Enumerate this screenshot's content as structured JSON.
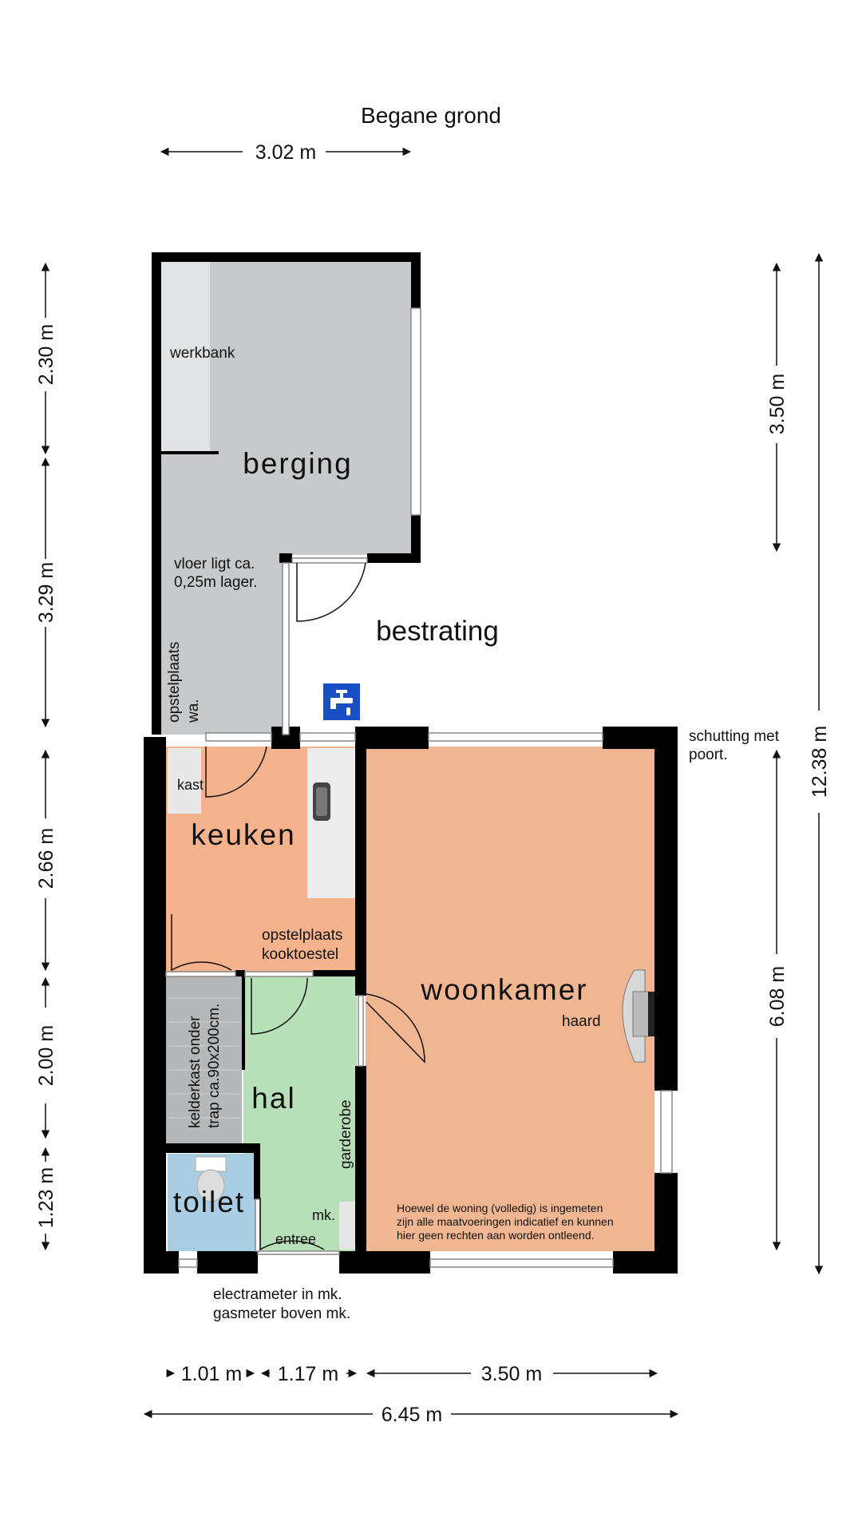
{
  "title": "Begane grond",
  "dimensions": {
    "top_width": "3.02 m",
    "left_1": "2.30 m",
    "left_2": "3.29 m",
    "left_3": "2.66 m",
    "left_4": "2.00 m",
    "left_5": "1.23 m",
    "right_1": "3.50 m",
    "right_2": "6.08 m",
    "right_total": "12.38 m",
    "bottom_1": "1.01 m",
    "bottom_2": "1.17 m",
    "bottom_3": "3.50 m",
    "bottom_total": "6.45 m"
  },
  "rooms": {
    "berging": "berging",
    "bestrating": "bestrating",
    "keuken": "keuken",
    "woonkamer": "woonkamer",
    "hal": "hal",
    "toilet": "toilet"
  },
  "labels": {
    "werkbank": "werkbank",
    "vloer_1": "vloer ligt ca.",
    "vloer_2": "0,25m lager.",
    "opstel_wa_1": "opstelplaats",
    "opstel_wa_2": "wa.",
    "schutting_1": "schutting met",
    "schutting_2": "poort.",
    "kast": "kast",
    "kook_1": "opstelplaats",
    "kook_2": "kooktoestel",
    "haard": "haard",
    "kelder_1": "kelderkast onder",
    "kelder_2": "trap ca.90x200cm.",
    "garderobe": "garderobe",
    "mk": "mk.",
    "entree": "entree",
    "meter_1": "electrameter in mk.",
    "meter_2": "gasmeter boven mk.",
    "disclaimer_1": "Hoewel de woning (volledig) is ingemeten",
    "disclaimer_2": "zijn alle maatvoeringen indicatief en kunnen",
    "disclaimer_3": "hier geen rechten aan worden ontleend."
  },
  "colors": {
    "wall": "#000000",
    "berging": "#c8c9ca",
    "keuken": "#f5b38d",
    "woonkamer": "#f0b692",
    "hal": "#b7e0b8",
    "toilet": "#a9cde3",
    "tap_icon": "#1a4fc4"
  },
  "icons": {
    "tap": "water-tap-icon"
  }
}
